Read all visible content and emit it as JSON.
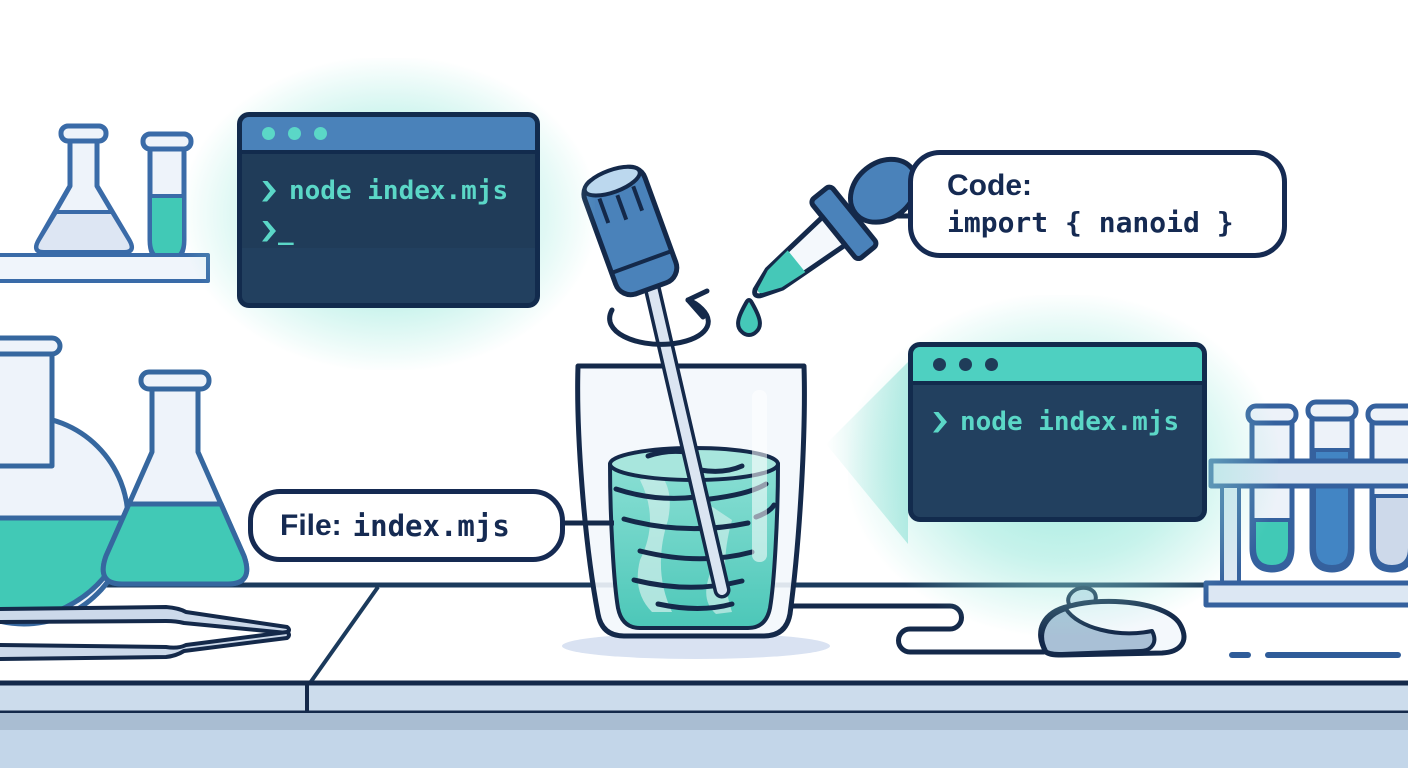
{
  "terminal_top_left": {
    "command": "node index.mjs",
    "cursor": "_"
  },
  "terminal_right": {
    "command": "node index.mjs"
  },
  "code_label": {
    "title": "Code:",
    "code": "import { nanoid }"
  },
  "file_label": {
    "prefix": "File:",
    "filename": "index.mjs"
  },
  "icons": {
    "prompt": "chevron-right-prompt",
    "window_dots": "window-control-dots"
  },
  "colors": {
    "outline_navy": "#14294a",
    "flask_outline_blue": "#36679f",
    "teal_liquid": "#41c9b6",
    "tube_blue_liquid": "#4285c4",
    "terminal1_titlebar": "#4a82ba",
    "terminal2_titlebar": "#4ed0c1",
    "terminal_body": "#22405f",
    "terminal_text_teal": "#5bd7c7",
    "label_text_navy": "#152a52",
    "glow_teal": "#9ae9dc",
    "bench_band_light": "#ccdcec",
    "bench_band_mid": "#a9bdd2",
    "bench_band_bottom": "#c3d6e9"
  }
}
